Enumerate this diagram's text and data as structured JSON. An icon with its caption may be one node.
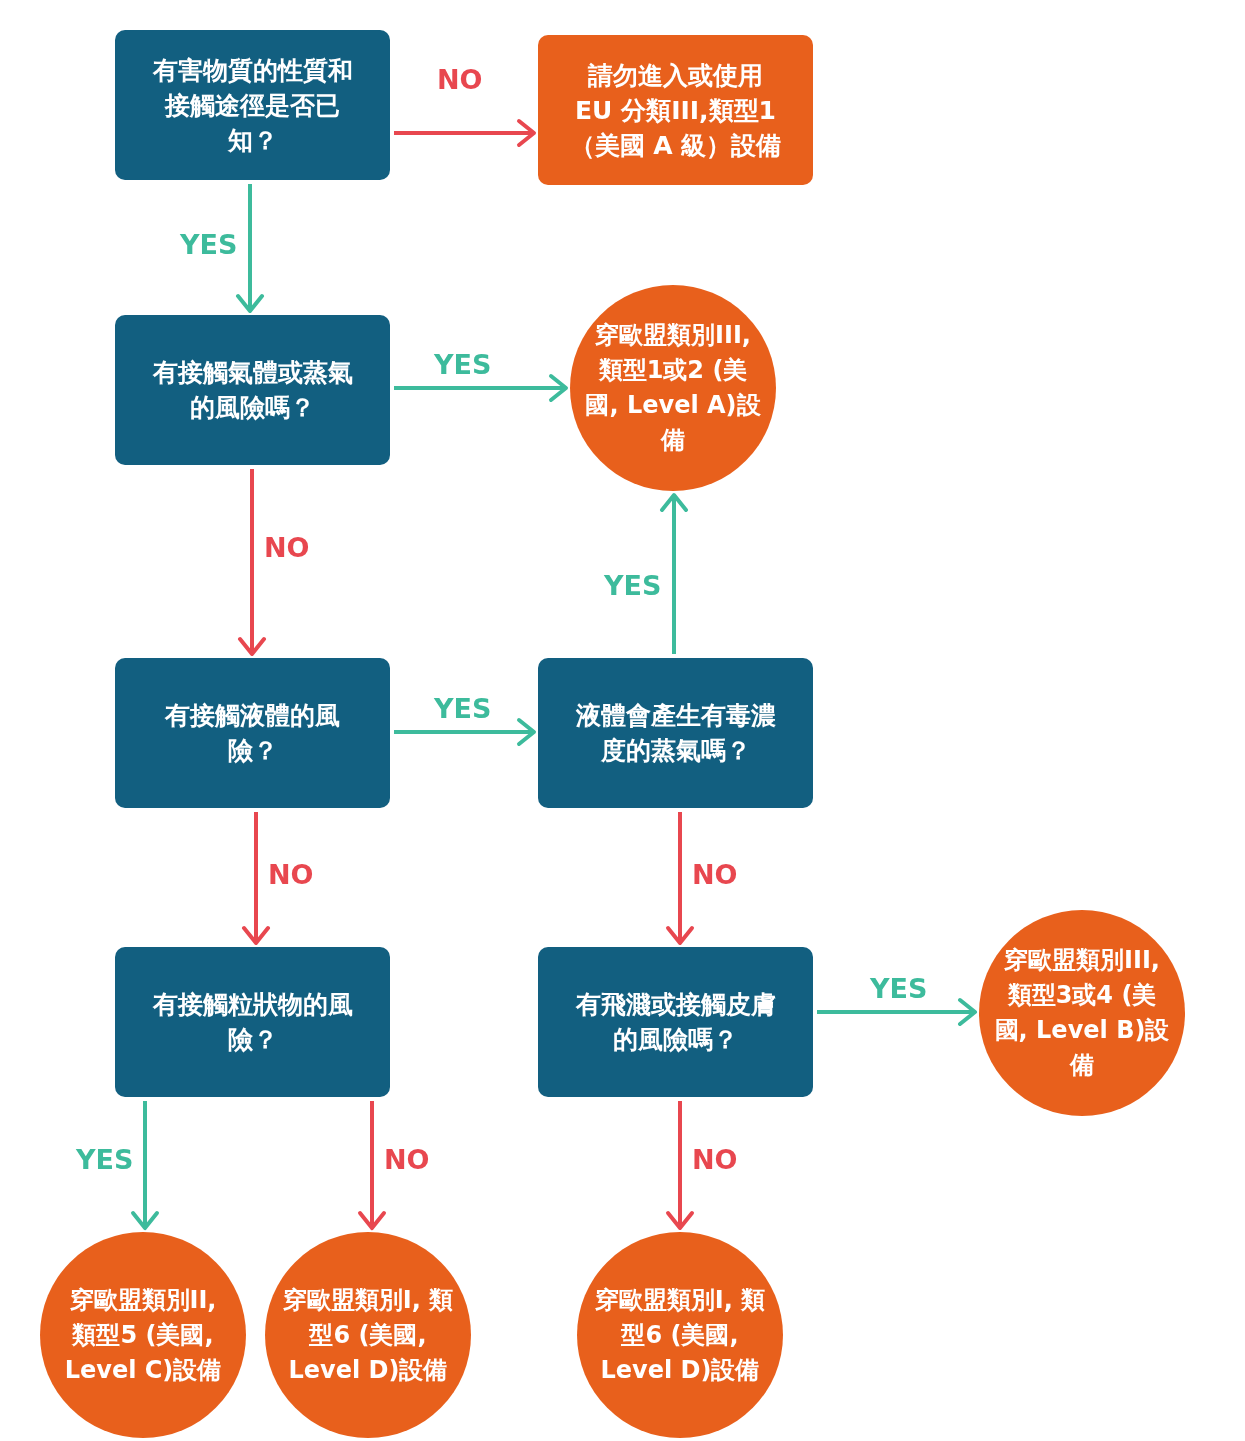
{
  "diagram": {
    "nodes": [
      {
        "text": [
          "有害物質的性質和接觸途徑是否已知？"
        ]
      },
      {
        "text": [
          "請勿進入或使用 EU 分類III,類型1（美國 A 級）設備"
        ]
      },
      {
        "text": [
          "有接觸氣體或蒸氣的風險嗎？"
        ]
      },
      {
        "text": [
          "穿歐盟類別III, 類型1或2 (美國, Level A)設備"
        ]
      },
      {
        "text": [
          "有接觸液體的風險？"
        ]
      },
      {
        "text": [
          "液體會產生有毒濃度的蒸氣嗎？"
        ]
      },
      {
        "text": [
          "有接觸粒狀物的風險？"
        ]
      },
      {
        "text": [
          "有飛濺或接觸皮膚的風險嗎？"
        ]
      },
      {
        "text": [
          "穿歐盟類別III, 類型3或4 (美國, Level B)設備"
        ]
      },
      {
        "text": [
          "穿歐盟類別II, 類型5 (美國, Level C)設備"
        ]
      },
      {
        "text": [
          "穿歐盟類別I, 類型6 (美國, Level D)設備"
        ]
      },
      {
        "text": [
          "穿歐盟類別I, 類型6 (美國, Level D)設備"
        ]
      }
    ],
    "edges": [
      {
        "from": 0,
        "to": 1,
        "arrow": "to",
        "label": "NO"
      },
      {
        "from": 0,
        "to": 2,
        "arrow": "to",
        "label": "YES",
        "color": "#3dbb9c"
      },
      {
        "from": 2,
        "to": 3,
        "arrow": "to",
        "label": "YES",
        "color": "#3dbb9c"
      },
      {
        "from": 2,
        "to": 4,
        "arrow": "to",
        "label": "NO"
      },
      {
        "from": 4,
        "to": 5,
        "arrow": "to",
        "label": "YES",
        "color": "#3dbb9c"
      },
      {
        "from": 5,
        "to": 3,
        "arrow": "to",
        "label": "YES",
        "color": "#3dbb9c"
      },
      {
        "from": 4,
        "to": 6,
        "arrow": "to",
        "label": "NO"
      },
      {
        "from": 5,
        "to": 7,
        "arrow": "to",
        "label": "NO"
      },
      {
        "from": 7,
        "to": 8,
        "arrow": "to",
        "label": "YES",
        "color": "#3dbb9c"
      },
      {
        "from": 6,
        "to": 9,
        "arrow": "to",
        "label": "YES",
        "color": "#3dbb9c"
      },
      {
        "from": 6,
        "to": 10,
        "arrow": "to",
        "label": "NO"
      },
      {
        "from": 7,
        "to": 11,
        "arrow": "to",
        "label": "NO"
      }
    ]
  }
}
